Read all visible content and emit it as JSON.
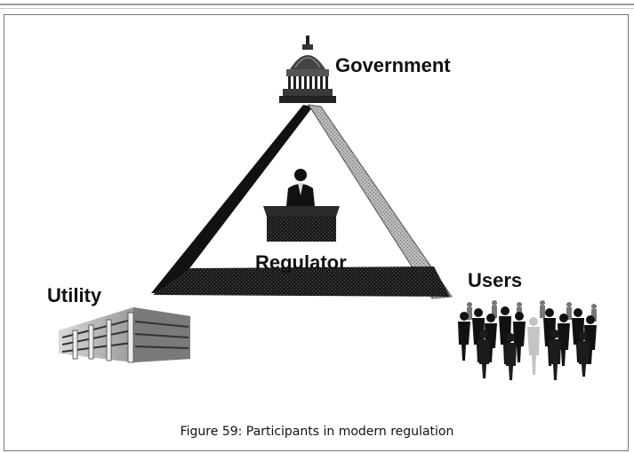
{
  "labels": {
    "government": "Government",
    "regulator": "Regulator",
    "utility": "Utility",
    "users": "Users"
  },
  "caption": "Figure 59:  Participants in modern regulation",
  "icons": {
    "government": "capitol-dome-icon",
    "regulator": "person-at-podium-icon",
    "utility": "office-building-icon",
    "users": "crowd-of-people-icon"
  },
  "colors": {
    "left_edge": "#111111",
    "right_edge": "#b0b0b0",
    "base_edge": "#222222",
    "frame": "#777777"
  }
}
